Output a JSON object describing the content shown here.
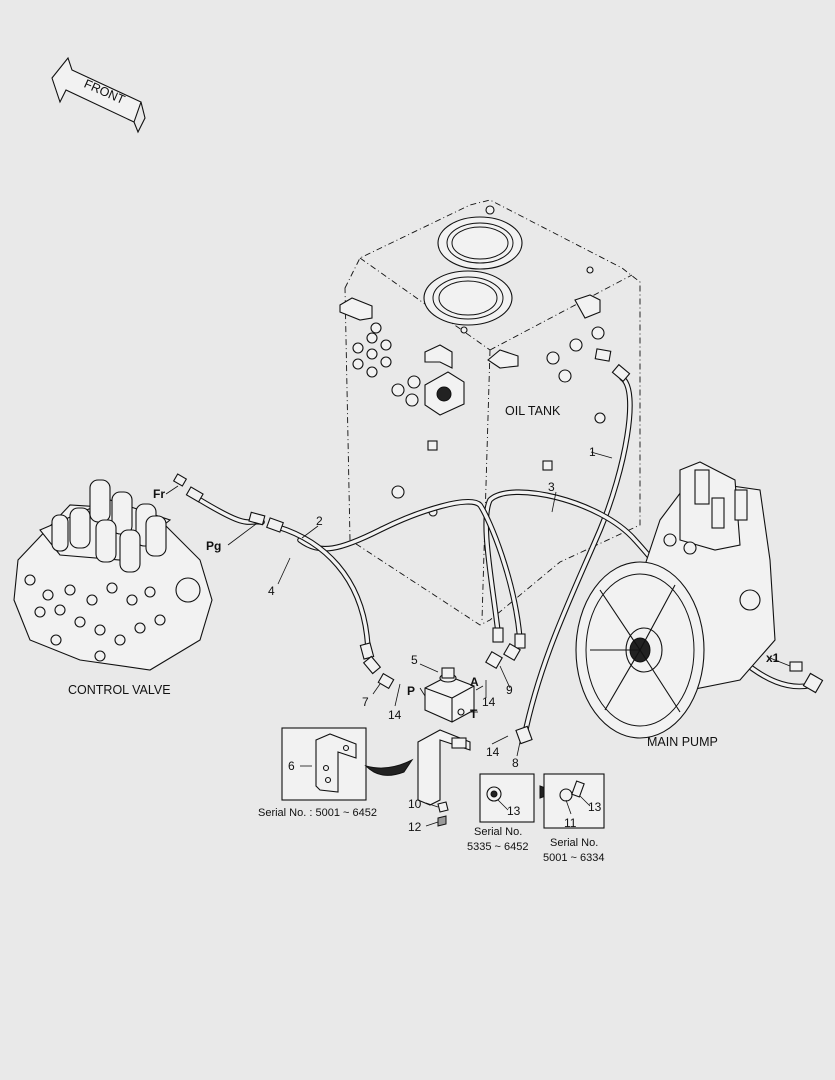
{
  "direction": {
    "label": "FRONT"
  },
  "components": {
    "oil_tank": "OIL TANK",
    "control_valve": "CONTROL VALVE",
    "main_pump": "MAIN PUMP"
  },
  "ports": {
    "fr": "Fr",
    "pg": "Pg",
    "p": "P",
    "a": "A",
    "t": "T",
    "x1": "x1"
  },
  "callouts": {
    "n1": "1",
    "n2": "2",
    "n3": "3",
    "n4": "4",
    "n5": "5",
    "n6": "6",
    "n7": "7",
    "n8": "8",
    "n9": "9",
    "n10": "10",
    "n11": "11",
    "n12": "12",
    "n13a": "13",
    "n13b": "13",
    "n14a": "14",
    "n14b": "14",
    "n14c": "14"
  },
  "serials": {
    "bracket": "Serial No. : 5001 ~ 6452",
    "a_line1": "Serial No.",
    "a_line2": "5335 ~ 6452",
    "b_line1": "Serial No.",
    "b_line2": "5001 ~ 6334"
  }
}
